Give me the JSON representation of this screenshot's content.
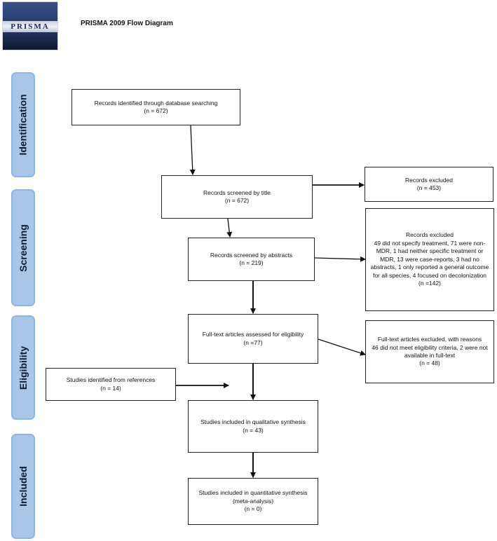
{
  "header": {
    "title": "PRISMA 2009 Flow Diagram",
    "logo_text": "PRISMA"
  },
  "stages": [
    "Identification",
    "Screening",
    "Eligibility",
    "Included"
  ],
  "boxes": {
    "identified": {
      "line1": "Records identified through database searching",
      "line2": "(n = 672)"
    },
    "screened_title": {
      "line1": "Records screened by title",
      "line2": "(n =  672)"
    },
    "excluded_title": {
      "line1": "Records excluded",
      "line2": "(n = 453)"
    },
    "screened_abstracts": {
      "line1": "Records screened by abstracts",
      "line2": "(n = 219)"
    },
    "excluded_abstracts": {
      "line1": "Records excluded",
      "line2": "49 did not specify treatment, 71 were non-MDR, 1 had neither specific treatment or MDR, 13 were case-reports, 3 had no abstracts, 1 only reported a general outcome for all species, 4 focused on decolonization",
      "line3": "(n =142)"
    },
    "fulltext_assessed": {
      "line1": "Full-text articles assessed for eligibility",
      "line2": "(n =77)"
    },
    "fulltext_excluded": {
      "line1": "Full-text articles excluded, with reasons",
      "line2": "46 did not meet eligibility criteria, 2 were not available in full-text",
      "line3": "(n = 48)"
    },
    "references": {
      "line1": "Studies identified from references",
      "line2": "(n = 14)"
    },
    "qualitative": {
      "line1": "Studies included in qualitative synthesis",
      "line2": "(n = 43)"
    },
    "quantitative": {
      "line1": "Studies included in quantitative synthesis (meta-analysis)",
      "line2": "(n =  0)"
    }
  }
}
